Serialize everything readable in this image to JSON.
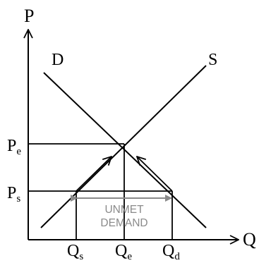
{
  "axes": {
    "y_label": "P",
    "x_label": "Q"
  },
  "curves": {
    "demand_label": "D",
    "supply_label": "S"
  },
  "prices": {
    "equilibrium": {
      "main": "P",
      "sub": "e"
    },
    "set": {
      "main": "P",
      "sub": "s"
    }
  },
  "quantities": {
    "supplied": {
      "main": "Q",
      "sub": "s"
    },
    "equilibrium": {
      "main": "Q",
      "sub": "e"
    },
    "demanded": {
      "main": "Q",
      "sub": "d"
    }
  },
  "shortage": {
    "line1": "UNMET",
    "line2": "DEMAND"
  },
  "colors": {
    "ink": "#000000",
    "annotation": "#8a8a8a"
  }
}
